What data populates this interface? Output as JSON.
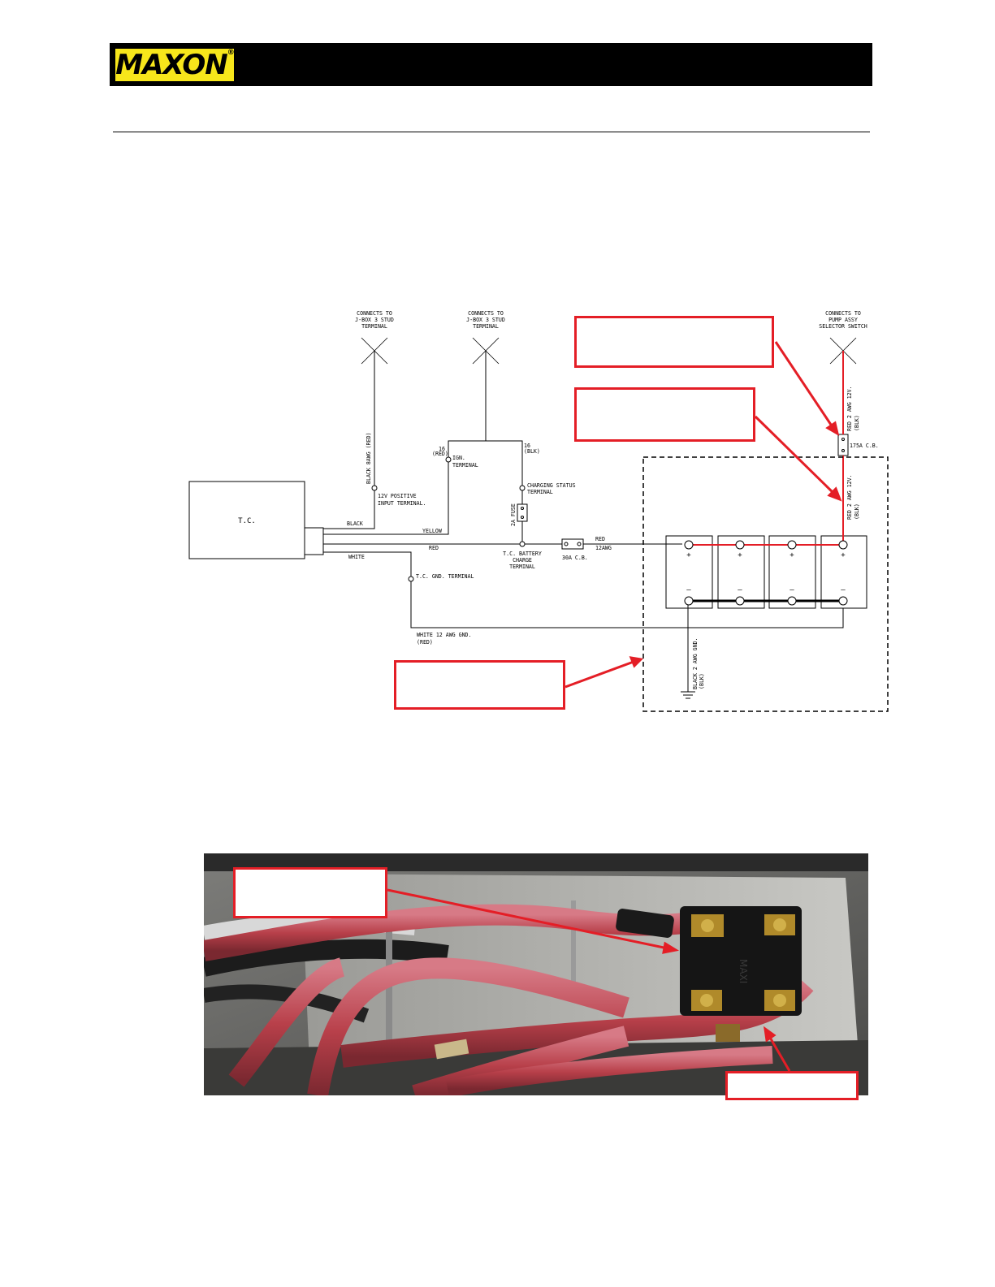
{
  "header": {
    "brand": "MAXON",
    "brand_mark": "®"
  },
  "diagram": {
    "connect_jbox_1": [
      "CONNECTS TO",
      "J-BOX 3 STUD",
      "TERMINAL"
    ],
    "connect_jbox_2": [
      "CONNECTS TO",
      "J-BOX 3 STUD",
      "TERMINAL"
    ],
    "connect_pump": [
      "CONNECTS TO",
      "PUMP ASSY",
      "SELECTOR SWITCH"
    ],
    "tc_label": "T.C.",
    "black_label": "BLACK",
    "yellow_label": "YELLOW",
    "red_label": "RED",
    "white_label": "WHITE",
    "black_8awg": "BLACK 8AWG (RED)",
    "pos_input": [
      "12V POSITIVE",
      "INPUT TERMINAL."
    ],
    "ign_wire": [
      "16",
      "(RED)"
    ],
    "ign_terminal": [
      "IGN.",
      "TERMINAL"
    ],
    "blk_wire": [
      "16",
      "(BLK)"
    ],
    "charging_status": [
      "CHARGING STATUS",
      "TERMINAL"
    ],
    "fuse_label": "2A FUSE",
    "battery_charge": [
      "T.C. BATTERY",
      "CHARGE",
      "TERMINAL"
    ],
    "cb30": "30A C.B.",
    "red_12awg": [
      "RED",
      "12AWG"
    ],
    "gnd_terminal": "T.C. GND. TERMINAL",
    "white_gnd": [
      "WHITE 12 AWG GND.",
      "(RED)"
    ],
    "red_2awg_top": [
      "RED 2 AWG 12V.",
      "(BLK)"
    ],
    "cb175": "175A C.B.",
    "red_2awg_bottom": [
      "RED 2 AWG 12V.",
      "(BLK)"
    ],
    "black_2awg": [
      "BLACK 2 AWG GND.",
      "(BLK)"
    ],
    "plus": "+",
    "minus": "–"
  },
  "colors": {
    "callout_red": "#e41e26",
    "logo_yellow": "#f7e61b",
    "cable_red": "#b8404a"
  }
}
